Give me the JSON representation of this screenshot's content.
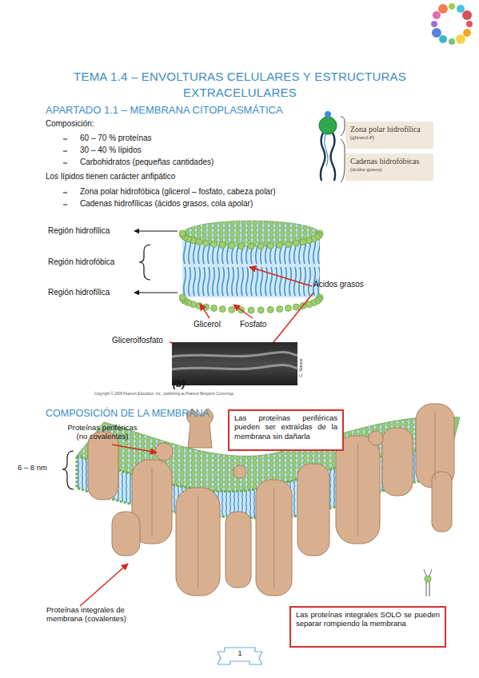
{
  "diagram": {
    "title": "TEMA 1.4 – ENVOLTURAS CELULARES Y ESTRUCTURAS EXTRACELULARES",
    "nodes": [
      {
        "text": [
          "Zona polar hidrofílica",
          "(glicerol-P)"
        ]
      },
      {
        "text": [
          "Cadenas hidrofóbicas",
          "(ácidos grasos)"
        ]
      },
      {
        "text": [
          "Las proteínas periféricas pueden ser extraídas de la membrana sin dañarla"
        ]
      },
      {
        "text": [
          "Las proteínas integrales SOLO se pueden separar rompiendo la membrana"
        ]
      },
      {
        "text": [
          "1"
        ]
      }
    ],
    "labels": [
      "APARTADO 1.1 – MEMBRANA CITOPLASMÁTICA",
      "Composición:",
      "60 – 70 % proteínas",
      "30 – 40 % lípidos",
      "Carbohidratos (pequeñas cantidades)",
      "Los lípidos tienen carácter anfipático",
      "Zona polar hidrofóbica (glicerol – fosfato, cabeza polar)",
      "Cadenas hidrofílicas (ácidos grasos, cola apolar)",
      "Región hidrofílica",
      "Región hidrofóbica",
      "Región hidrofílica",
      "Ácidos grasos",
      "Glicerol",
      "Fosfato",
      "Glicerolfosfato",
      "(b)",
      "Copyright © 2009 Pearson Education, Inc., publishing as Pearson Benjamin Cummings.",
      "G. Wanner",
      "COMPOSICIÓN DE LA MEMBRANA",
      "Proteínas periféricas (no covalentes)",
      "6 – 8 nm",
      "Proteínas integrales de membrana (covalentes)"
    ]
  }
}
